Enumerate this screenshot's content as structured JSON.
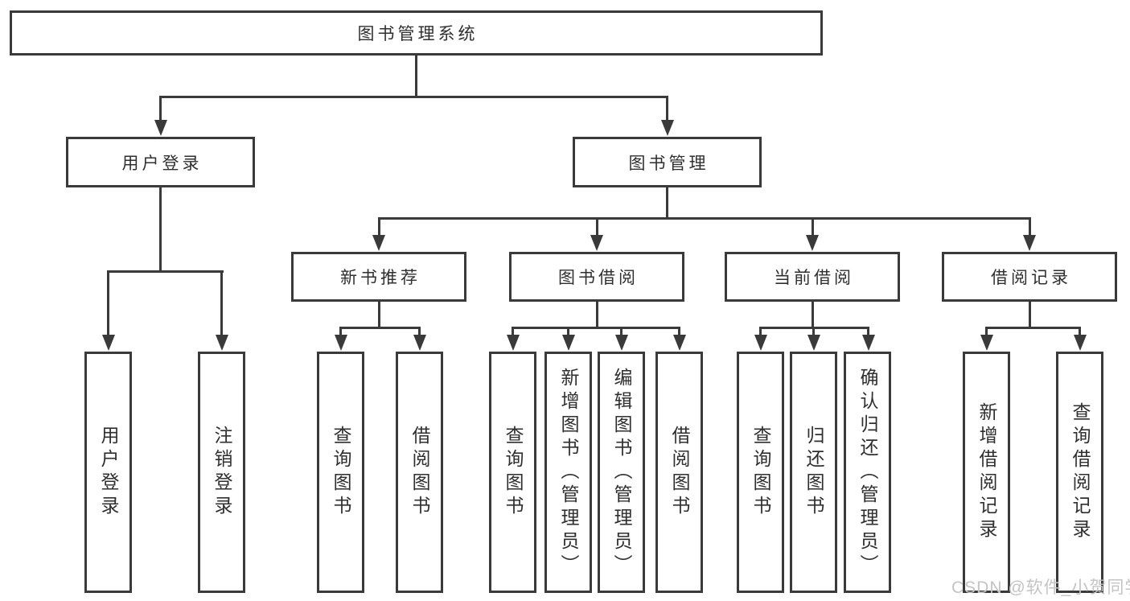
{
  "nodes": {
    "root": {
      "label": "图书管理系统"
    },
    "level2": {
      "user_login": {
        "label": "用户登录"
      },
      "book_mgmt": {
        "label": "图书管理"
      }
    },
    "level3": {
      "new_book_rec": {
        "label": "新书推荐"
      },
      "book_borrow": {
        "label": "图书借阅"
      },
      "current_borrow": {
        "label": "当前借阅"
      },
      "borrow_record": {
        "label": "借阅记录"
      }
    },
    "leaves": {
      "user_login": {
        "label": "用户登录"
      },
      "logout": {
        "label": "注销登录"
      },
      "nbr_query": {
        "label": "查询图书"
      },
      "nbr_borrow": {
        "label": "借阅图书"
      },
      "bb_query": {
        "label": "查询图书"
      },
      "bb_add": {
        "label": "新增图书（管理员）"
      },
      "bb_edit": {
        "label": "编辑图书（管理员）"
      },
      "bb_borrow": {
        "label": "借阅图书"
      },
      "cb_query": {
        "label": "查询图书"
      },
      "cb_return": {
        "label": "归还图书"
      },
      "cb_confirm": {
        "label": "确认归还（管理员）"
      },
      "br_add": {
        "label": "新增借阅记录"
      },
      "br_query": {
        "label": "查询借阅记录"
      }
    }
  },
  "watermark": {
    "text": "CSDN @软件_小贺同学"
  },
  "colors": {
    "background": "#ffffff",
    "line": "#3a3a3a",
    "text": "#2f2f2f",
    "box_fill": "#ffffff",
    "watermark": "#c4c4c4"
  }
}
